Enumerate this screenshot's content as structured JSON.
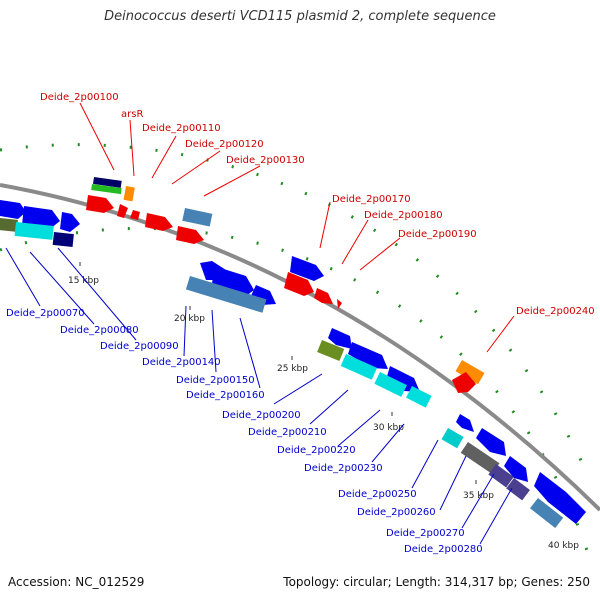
{
  "title": "Deinococcus deserti VCD115 plasmid 2, complete sequence",
  "footer": {
    "accession": "Accession: NC_012529",
    "summary": "Topology: circular; Length: 314,317 bp; Genes: 250"
  },
  "scale_labels": [
    "15 kbp",
    "20 kbp",
    "25 kbp",
    "30 kbp",
    "35 kbp",
    "40 kbp"
  ],
  "forward_strand_labels": [
    "Deide_2p00100",
    "arsR",
    "Deide_2p00110",
    "Deide_2p00120",
    "Deide_2p00130",
    "Deide_2p00170",
    "Deide_2p00180",
    "Deide_2p00190",
    "Deide_2p00240"
  ],
  "reverse_strand_labels": [
    "Deide_2p00070",
    "Deide_2p00080",
    "Deide_2p00090",
    "Deide_2p00140",
    "Deide_2p00150",
    "Deide_2p00160",
    "Deide_2p00200",
    "Deide_2p00210",
    "Deide_2p00220",
    "Deide_2p00230",
    "Deide_2p00250",
    "Deide_2p00260",
    "Deide_2p00270",
    "Deide_2p00280"
  ],
  "colors": {
    "forward_label": "#cc0000",
    "reverse_label": "#0000cc",
    "backbone": "#8a8a8a",
    "dots": "#228b22"
  }
}
